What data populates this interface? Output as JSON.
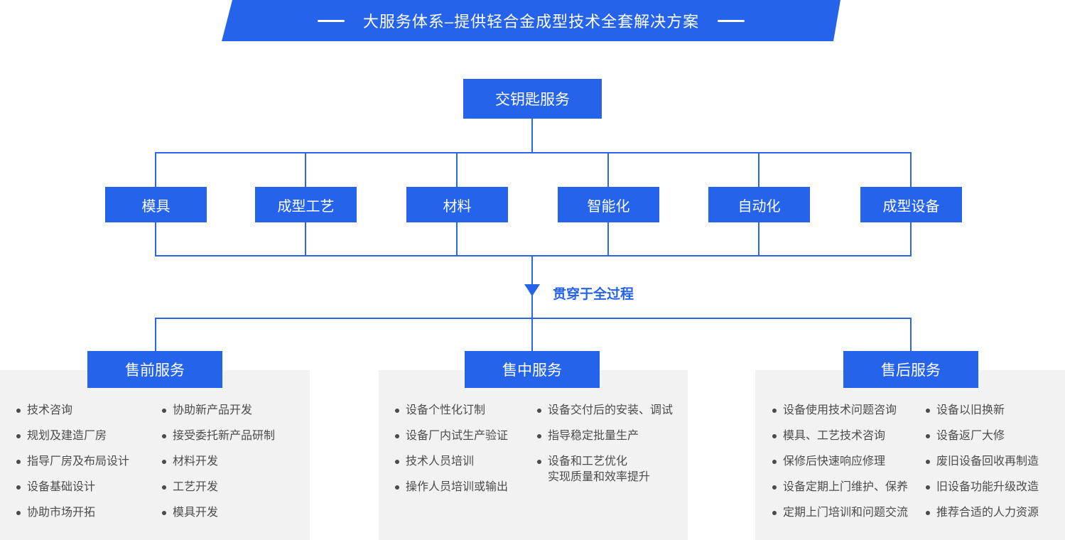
{
  "banner": {
    "title": "大服务体系–提供轻合金成型技术全套解决方案"
  },
  "root_node": {
    "label": "交钥匙服务"
  },
  "branch_nodes": [
    "模具",
    "成型工艺",
    "材料",
    "智能化",
    "自动化",
    "成型设备"
  ],
  "process_note": "贯穿于全过程",
  "sections": [
    {
      "title": "售前服务",
      "columns": [
        [
          "技术咨询",
          "规划及建造厂房",
          "指导厂房及布局设计",
          "设备基础设计",
          "协助市场开拓"
        ],
        [
          "协助新产品开发",
          "接受委托新产品研制",
          "材料开发",
          "工艺开发",
          "模具开发"
        ]
      ]
    },
    {
      "title": "售中服务",
      "columns": [
        [
          "设备个性化订制",
          "设备厂内试生产验证",
          "技术人员培训",
          "操作人员培训或输出"
        ],
        [
          "设备交付后的安装、调试",
          "指导稳定批量生产",
          "设备和工艺优化",
          "实现质量和效率提升"
        ]
      ]
    },
    {
      "title": "售后服务",
      "columns": [
        [
          "设备使用技术问题咨询",
          "模具、工艺技术咨询",
          "保修后快速响应修理",
          "设备定期上门维护、保养",
          "定期上门培训和问题交流"
        ],
        [
          "设备以旧换新",
          "设备返厂大修",
          "废旧设备回收再制造",
          "旧设备功能升级改造",
          "推荐合适的人力资源"
        ]
      ]
    }
  ],
  "colors": {
    "accent": "#2563eb",
    "line": "#2b66e8",
    "panel_bg": "#f2f2f3",
    "text": "#4c4c4c"
  }
}
